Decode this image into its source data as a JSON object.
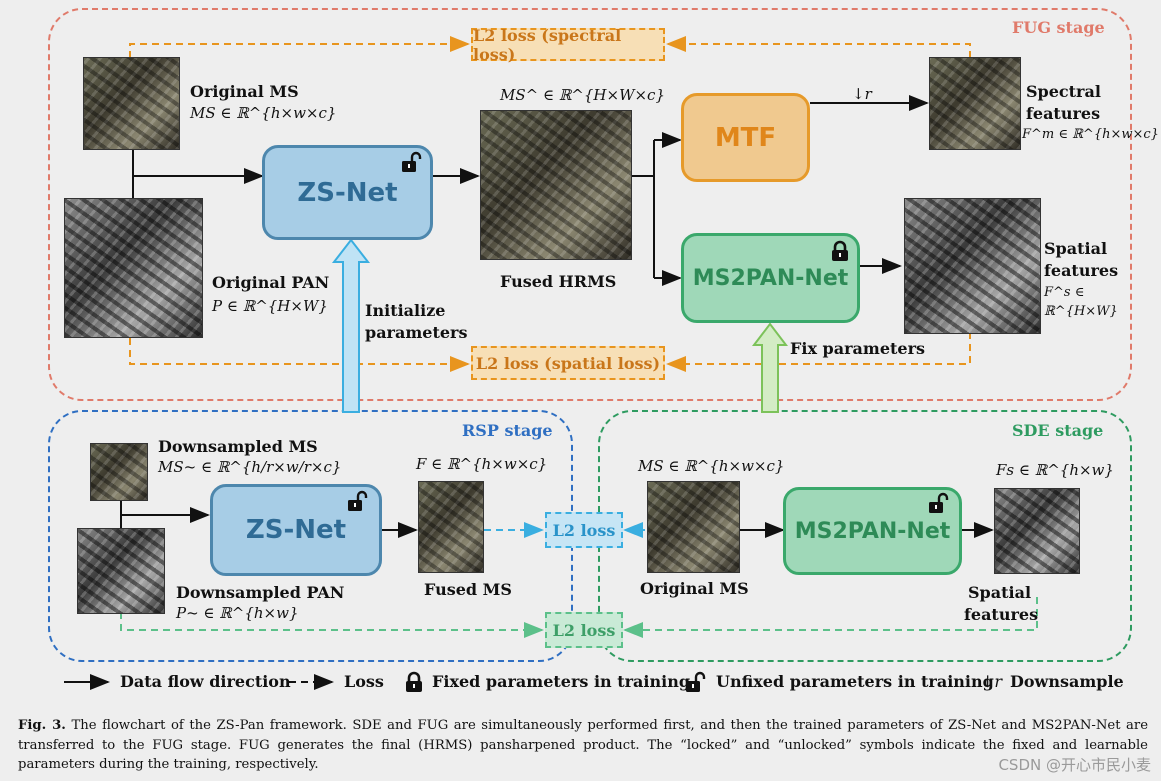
{
  "stages": {
    "fug": "FUG stage",
    "rsp": "RSP stage",
    "sde": "SDE stage"
  },
  "fug": {
    "loss_spectral": "L2 loss (spectral loss)",
    "loss_spatial": "L2 loss (spatial loss)",
    "original_ms_label": "Original MS",
    "original_ms_math": "MS ∈ ℝ^{h×w×c}",
    "original_pan_label": "Original PAN",
    "original_pan_math": "P ∈ ℝ^{H×W}",
    "zsnet": "ZS-Net",
    "fused_math": "MS^ ∈ ℝ^{H×W×c}",
    "fused_label": "Fused HRMS",
    "mtf": "MTF",
    "downsample_r": "↓r",
    "ms2pan": "MS2PAN-Net",
    "spectral_label_1": "Spectral",
    "spectral_label_2": "features",
    "spectral_math": "F^m ∈ ℝ^{h×w×c}",
    "spatial_label_1": "Spatial",
    "spatial_label_2": "features",
    "spatial_math": "F^s ∈ ℝ^{H×W}",
    "init_params_1": "Initialize",
    "init_params_2": "parameters",
    "fix_params": "Fix parameters"
  },
  "rsp": {
    "down_ms_label": "Downsampled MS",
    "down_ms_math": "MS~ ∈ ℝ^{h/r×w/r×c}",
    "down_pan_label": "Downsampled PAN",
    "down_pan_math": "P~ ∈ ℝ^{h×w}",
    "zsnet": "ZS-Net",
    "fused_math": "F ∈ ℝ^{h×w×c}",
    "fused_label": "Fused MS",
    "loss1": "L2 loss",
    "loss2": "L2 loss"
  },
  "sde": {
    "ms_math": "MS ∈ ℝ^{h×w×c}",
    "original_ms_label": "Original MS",
    "ms2pan": "MS2PAN-Net",
    "fs_math": "Fs ∈ ℝ^{h×w}",
    "spatial_label_1": "Spatial",
    "spatial_label_2": "features"
  },
  "legend": {
    "data_flow": "Data flow direction",
    "loss": "Loss",
    "fixed": "Fixed parameters in training",
    "unfixed": "Unfixed parameters in training",
    "downsample": "Downsample"
  },
  "caption": {
    "prefix": "Fig. 3.",
    "text": "The flowchart of the ZS-Pan framework. SDE and FUG are simultaneously performed first, and then the trained parameters of ZS-Net and MS2PAN-Net are transferred to the FUG stage. FUG generates the final (HRMS) pansharpened product. The “locked” and “unlocked” symbols indicate the fixed and learnable parameters during the training, respectively."
  },
  "watermark": "CSDN @开心市民小麦",
  "colors": {
    "fug": "#e07a6a",
    "rsp": "#2f6fc2",
    "sde": "#2e9b60",
    "loss_orange": "#e8951e",
    "loss_blue": "#3aaee0",
    "loss_green": "#5cc08a"
  }
}
